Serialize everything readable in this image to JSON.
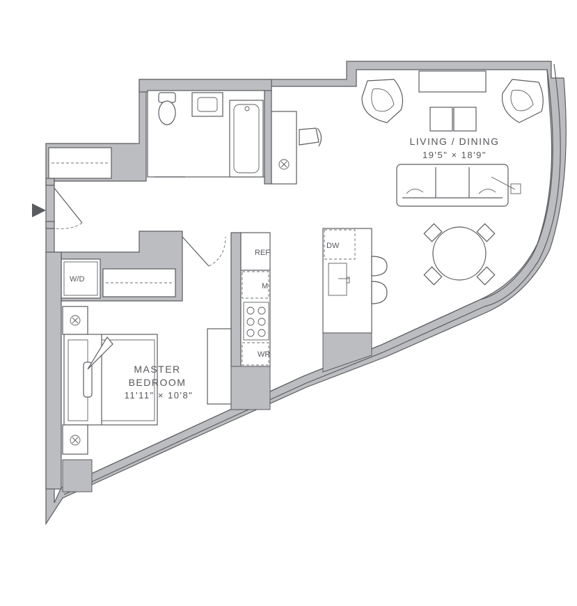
{
  "rooms": {
    "living": {
      "name": "LIVING / DINING",
      "dims": "19'5\" × 18'9\""
    },
    "bedroom": {
      "name_line1": "MASTER",
      "name_line2": "BEDROOM",
      "dims": "11'11\" × 10'8\""
    }
  },
  "fixtures": {
    "washer_dryer": "W/D",
    "refrigerator": "REF",
    "microwave": "M",
    "wine_refrigerator": "WR",
    "dishwasher": "DW"
  },
  "icons": {
    "entry": "entry-arrow-icon",
    "hvac": "hvac-unit-icon"
  },
  "colors": {
    "wall_fill": "#bcbdc0",
    "line": "#5b5c60",
    "text": "#55565a"
  }
}
